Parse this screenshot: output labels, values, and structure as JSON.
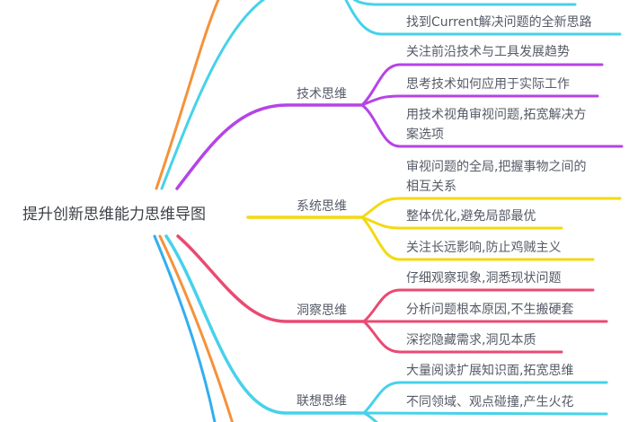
{
  "title": "提升创新思维能力思维导图",
  "colors": {
    "orange": "#f5923a",
    "cyan": "#46d2ea",
    "purple": "#b544e6",
    "yellow": "#f3d911",
    "pink": "#ea4a72",
    "blue": "#33aef0",
    "text": "#555a66"
  },
  "top_partial": {
    "items": [
      {
        "text": "找到Current解决问题的全新思路"
      }
    ]
  },
  "branches": [
    {
      "label": "技术思维",
      "color": "#b544e6",
      "items": [
        {
          "text": "关注前沿技术与工具发展趋势"
        },
        {
          "text": "思考技术如何应用于实际工作"
        },
        {
          "line1": "用技术视角审视问题,拓宽解决方",
          "line2": "案选项"
        }
      ]
    },
    {
      "label": "系统思维",
      "color": "#f3d911",
      "items": [
        {
          "line1": "审视问题的全局,把握事物之间的",
          "line2": "相互关系"
        },
        {
          "text": "整体优化,避免局部最优"
        },
        {
          "text": "关注长远影响,防止鸡贼主义"
        }
      ]
    },
    {
      "label": "洞察思维",
      "color": "#ea4a72",
      "items": [
        {
          "text": "仔细观察现象,洞悉现状问题"
        },
        {
          "text": "分析问题根本原因,不生搬硬套"
        },
        {
          "text": "深挖隐藏需求,洞见本质"
        }
      ]
    },
    {
      "label": "联想思维",
      "color": "#46d2ea",
      "items": [
        {
          "text": "大量阅读扩展知识面,拓宽思维"
        },
        {
          "text": "不同领域、观点碰撞,产生火花"
        }
      ]
    }
  ]
}
